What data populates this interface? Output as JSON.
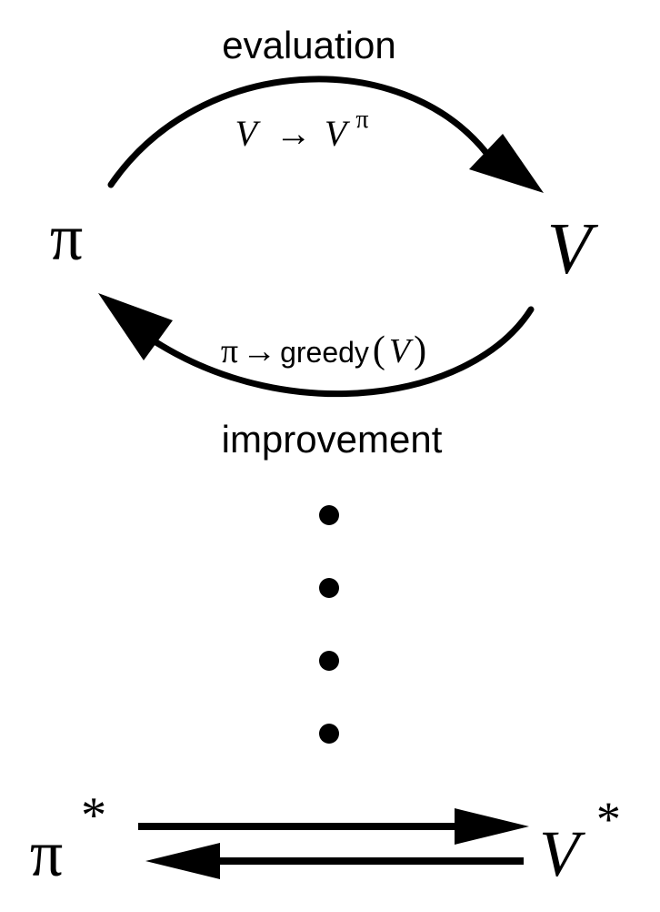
{
  "diagram": {
    "top_cycle": {
      "policy_symbol": "π",
      "value_symbol": "V",
      "evaluation": {
        "label": "evaluation",
        "formula_from": "V",
        "formula_arrow": "→",
        "formula_to": "V",
        "formula_sup": "π"
      },
      "improvement": {
        "label": "improvement",
        "formula_pi": "π",
        "formula_arrow": "→",
        "formula_greedy": "greedy",
        "formula_open": "(",
        "formula_v": "V",
        "formula_close": ")"
      }
    },
    "continuation_dots": 4,
    "convergence": {
      "optimal_policy": "π",
      "optimal_policy_sup": "*",
      "optimal_value": "V",
      "optimal_value_sup": "*"
    }
  },
  "colors": {
    "ink": "#000000",
    "background": "#ffffff"
  }
}
